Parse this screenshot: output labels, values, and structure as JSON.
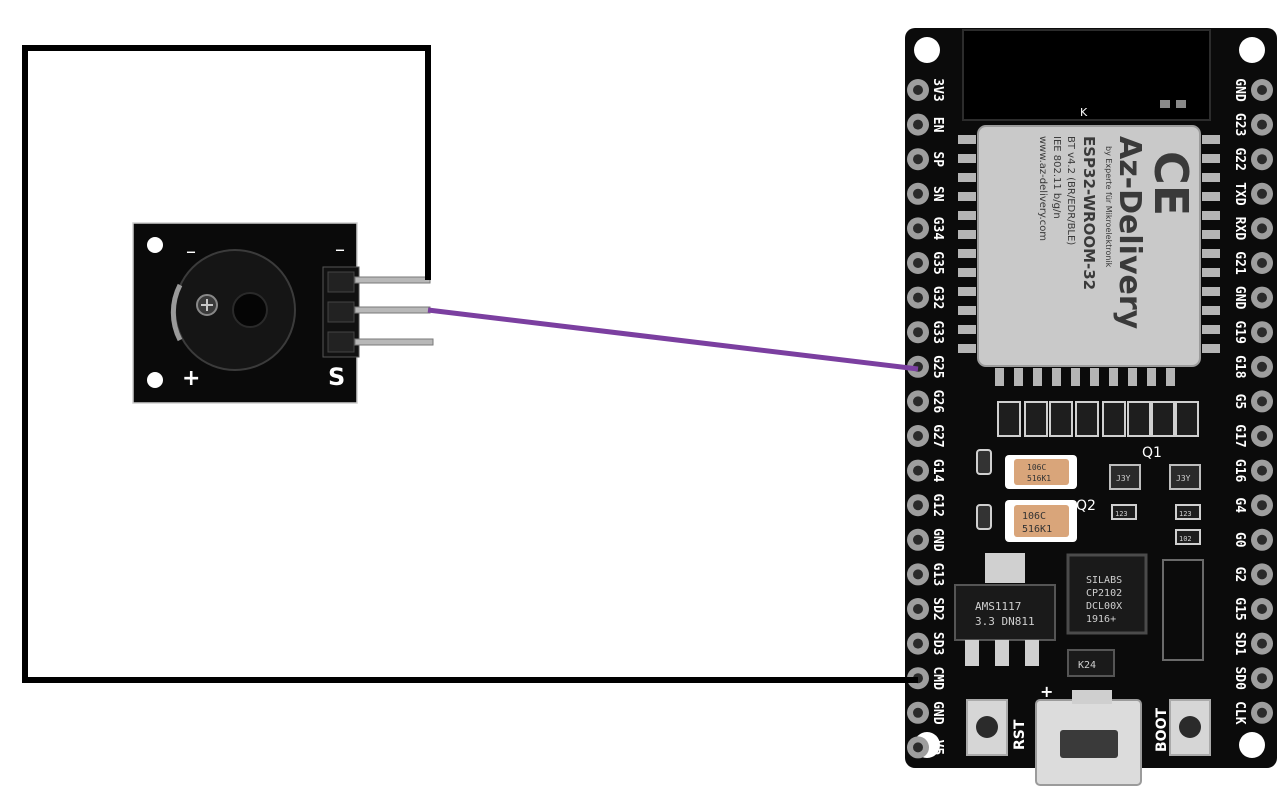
{
  "diagram": {
    "wire_colors": {
      "ground": "#000000",
      "signal": "#7b3fa0"
    },
    "buzzer_module": {
      "labels": {
        "minus_top": "–",
        "minus_left": "–",
        "plus": "+",
        "signal": "S"
      }
    },
    "esp32_board": {
      "board_color": "#0b0b0b",
      "module": {
        "line1": "K",
        "brand": "Az-Delivery",
        "tagline": "by Experte für Mikroelektronik",
        "model": "ESP32-WROOM-32",
        "bt": "BT v4.2 (BR/EDR/BLE)",
        "wifi": "IEE 802.11 b/g/n",
        "url": "www.az-delivery.com",
        "ce_mark": "CE"
      },
      "left_pins": [
        "3V3",
        "EN",
        "SP",
        "SN",
        "G34",
        "G35",
        "G32",
        "G33",
        "G25",
        "G26",
        "G27",
        "G14",
        "G12",
        "GND",
        "G13",
        "SD2",
        "SD3",
        "CMD",
        "GND",
        "V5"
      ],
      "right_pins": [
        "GND",
        "G23",
        "G22",
        "TXD",
        "RXD",
        "G21",
        "GND",
        "G19",
        "G18",
        "G5",
        "G17",
        "G16",
        "G4",
        "G0",
        "G2",
        "G15",
        "SD1",
        "SD0",
        "CLK"
      ],
      "components": {
        "q1": "Q1",
        "q2": "Q2",
        "cap1": "106C",
        "cap1b": "516K1",
        "cap2": "106C",
        "cap2b": "516K1",
        "usb_chip_1": "SILABS",
        "usb_chip_2": "CP2102",
        "usb_chip_3": "DCL00X",
        "usb_chip_4": "1916+",
        "reg_1": "AMS1117",
        "reg_2": "3.3  DN811",
        "k24": "K24",
        "j3y": "J3Y",
        "r123": "123",
        "r102": "102",
        "rst": "RST",
        "boot": "BOOT",
        "plus": "+"
      }
    }
  }
}
